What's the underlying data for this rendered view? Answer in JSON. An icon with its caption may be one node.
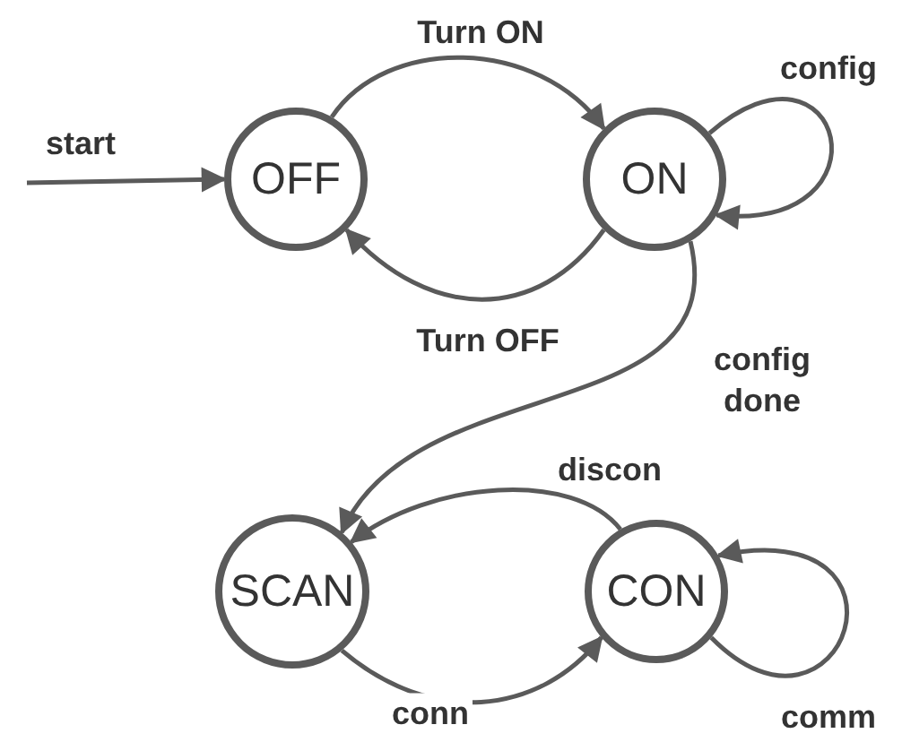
{
  "diagram": {
    "nodes": [
      {
        "text": [
          "OFF"
        ]
      },
      {
        "text": [
          "ON"
        ]
      },
      {
        "text": [
          "SCAN"
        ]
      },
      {
        "text": [
          "CON"
        ]
      }
    ],
    "edges": [
      {
        "from": null,
        "to": 0,
        "arrow": "to",
        "label": "start"
      },
      {
        "from": 0,
        "to": 1,
        "arrow": "to",
        "label": "Turn ON"
      },
      {
        "from": 1,
        "to": 0,
        "arrow": "to",
        "label": "Turn OFF"
      },
      {
        "from": 1,
        "to": 1,
        "arrow": "to",
        "label": "config"
      },
      {
        "from": 1,
        "to": 2,
        "arrow": "to",
        "label": "config done"
      },
      {
        "from": 3,
        "to": 2,
        "arrow": "to",
        "label": "discon"
      },
      {
        "from": 2,
        "to": 3,
        "arrow": "to",
        "label": "conn"
      },
      {
        "from": 3,
        "to": 3,
        "arrow": "to",
        "label": "comm"
      }
    ]
  }
}
